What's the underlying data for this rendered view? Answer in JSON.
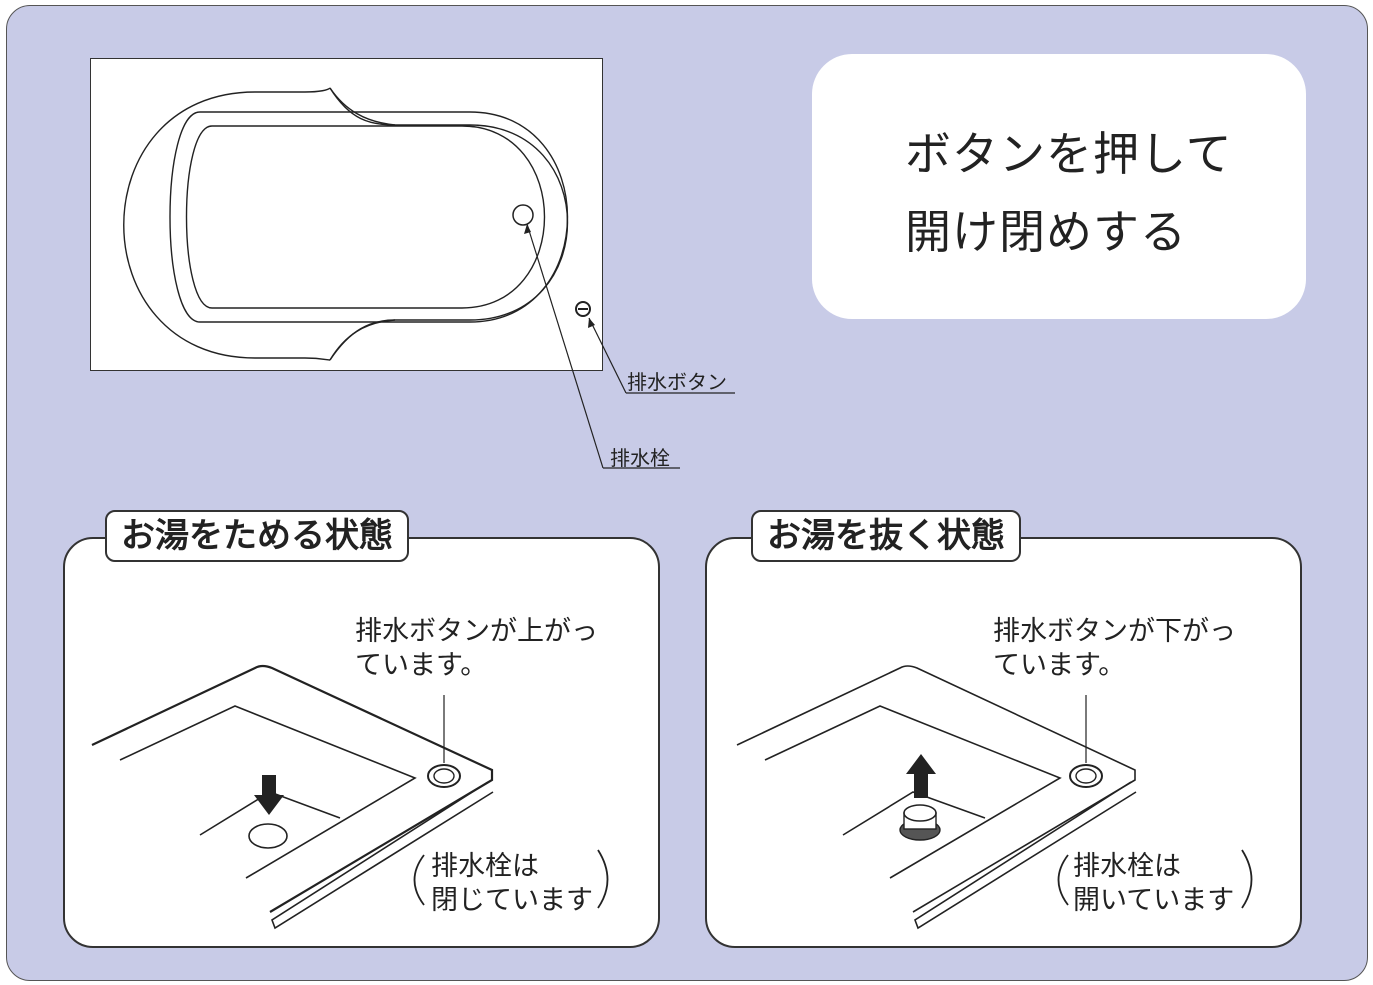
{
  "labels": {
    "drain_button": "排水ボタン",
    "drain_plug": "排水栓"
  },
  "callout": {
    "line1": "ボタンを押して",
    "line2": "開け閉めする"
  },
  "states": [
    {
      "title": "お湯をためる状態",
      "note_line1": "排水ボタンが上がっ",
      "note_line2": "ています。",
      "plug_line1": "排水栓は",
      "plug_line2": "閉じています"
    },
    {
      "title": "お湯を抜く状態",
      "note_line1": "排水ボタンが下がっ",
      "note_line2": "ています。",
      "plug_line1": "排水栓は",
      "plug_line2": "開いています"
    }
  ],
  "colors": {
    "background": "#c8cbe7",
    "line": "#222222"
  }
}
